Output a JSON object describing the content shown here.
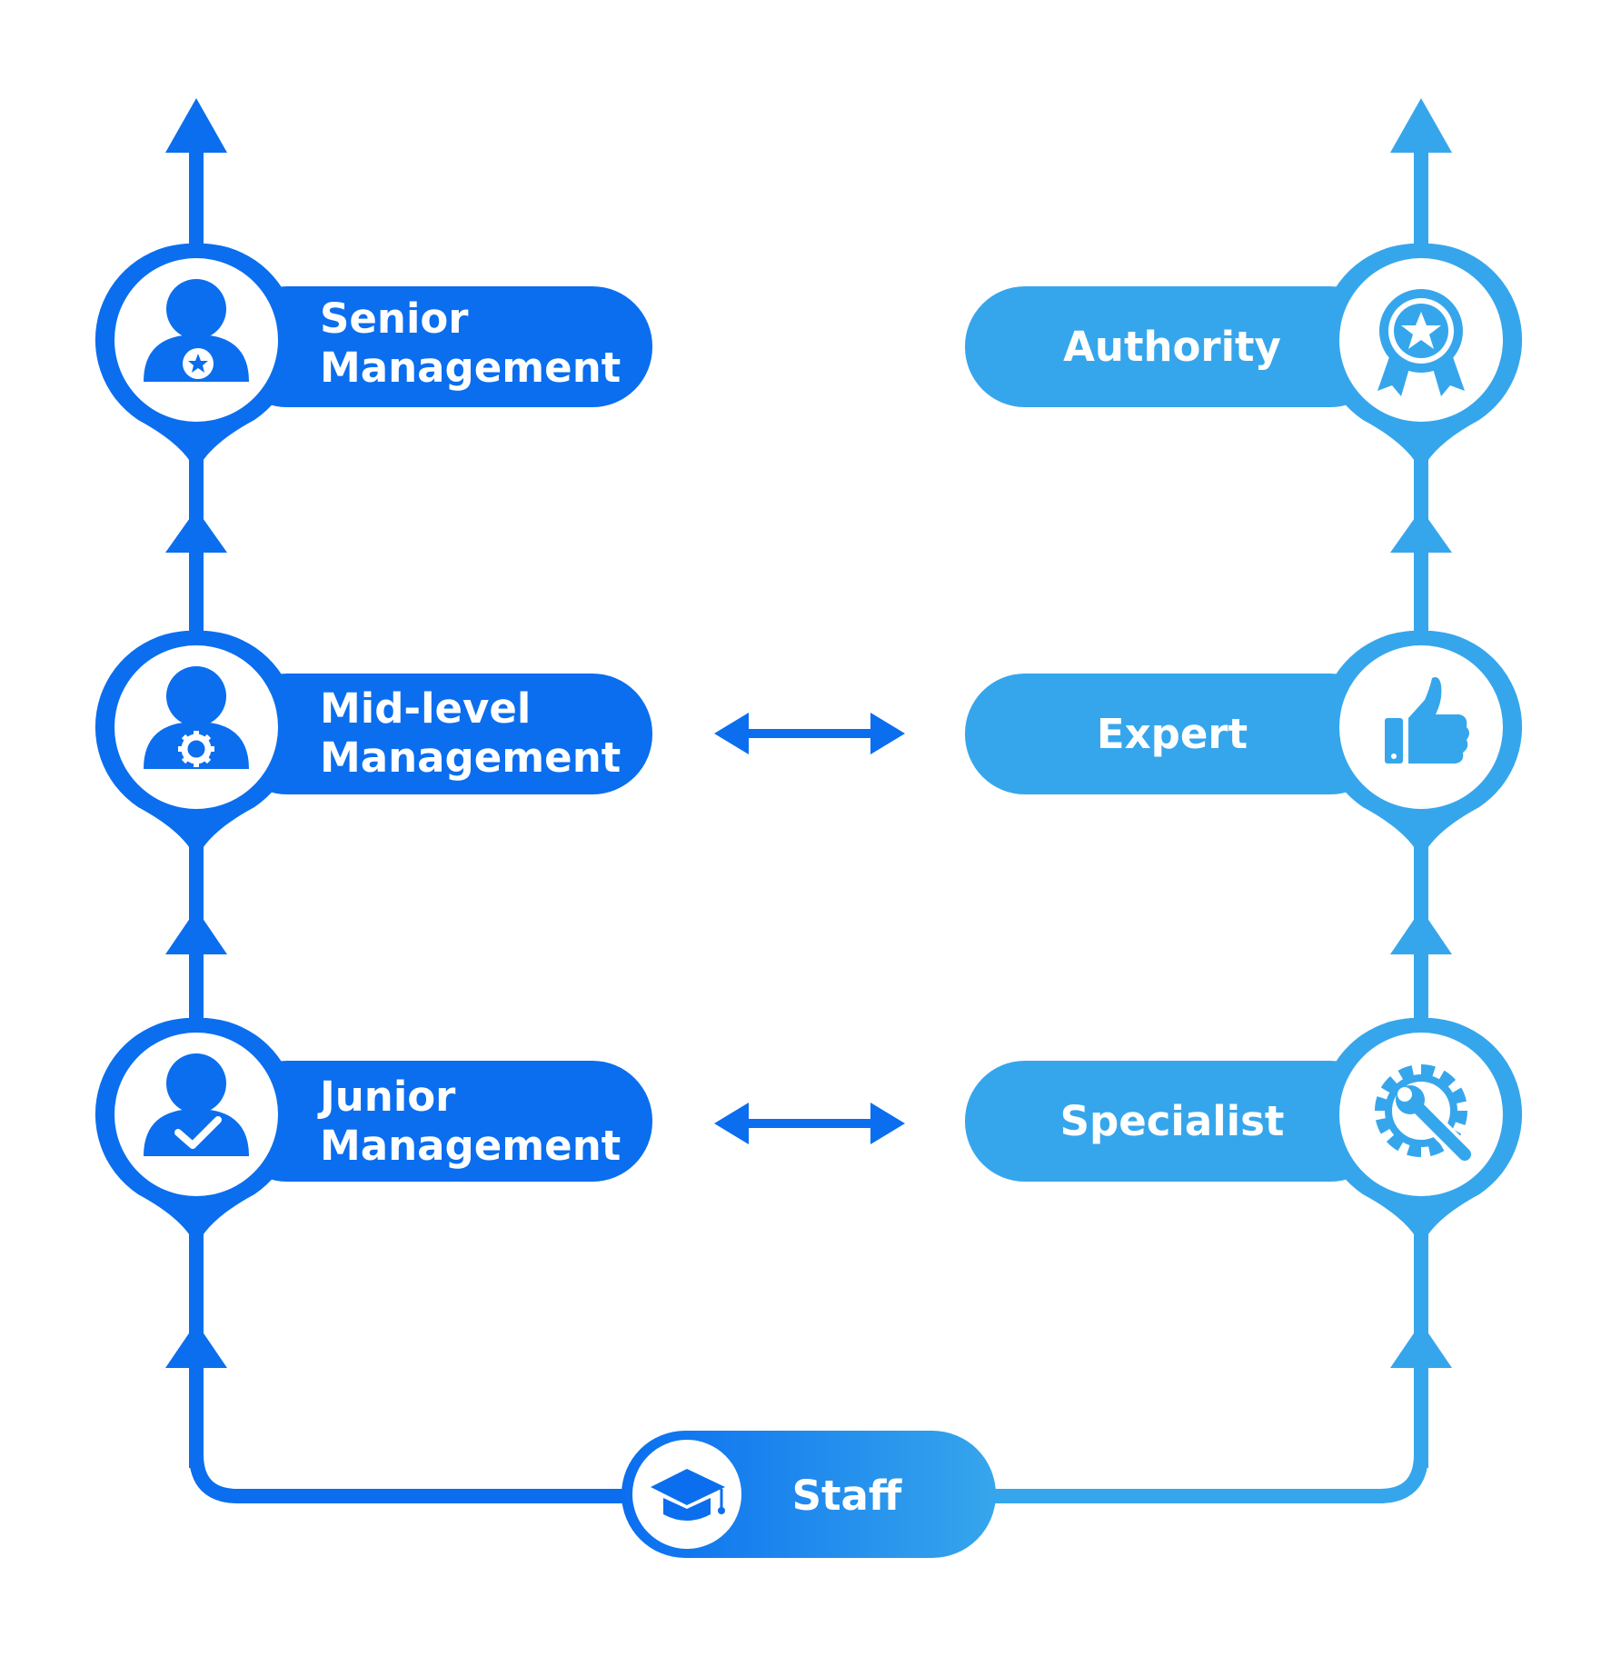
{
  "colors": {
    "management": "#0A6EEF",
    "specialist": "#36A6EC",
    "ring_outer_management": "#0A6EEF",
    "ring_outer_specialist": "#36A6EC",
    "background": "#FFFFFF"
  },
  "management_track": {
    "levels": [
      {
        "line1": "Senior",
        "line2": "Management",
        "icon": "person-star-icon"
      },
      {
        "line1": "Mid-level",
        "line2": "Management",
        "icon": "person-gear-icon"
      },
      {
        "line1": "Junior",
        "line2": "Management",
        "icon": "person-check-icon"
      }
    ]
  },
  "specialist_track": {
    "levels": [
      {
        "label": "Authority",
        "icon": "award-badge-icon"
      },
      {
        "label": "Expert",
        "icon": "thumbs-up-icon"
      },
      {
        "label": "Specialist",
        "icon": "gear-wrench-icon"
      }
    ]
  },
  "base": {
    "label": "Staff",
    "icon": "graduation-cap-icon"
  },
  "connectors": [
    "bidirectional-arrow-mid",
    "bidirectional-arrow-junior"
  ]
}
